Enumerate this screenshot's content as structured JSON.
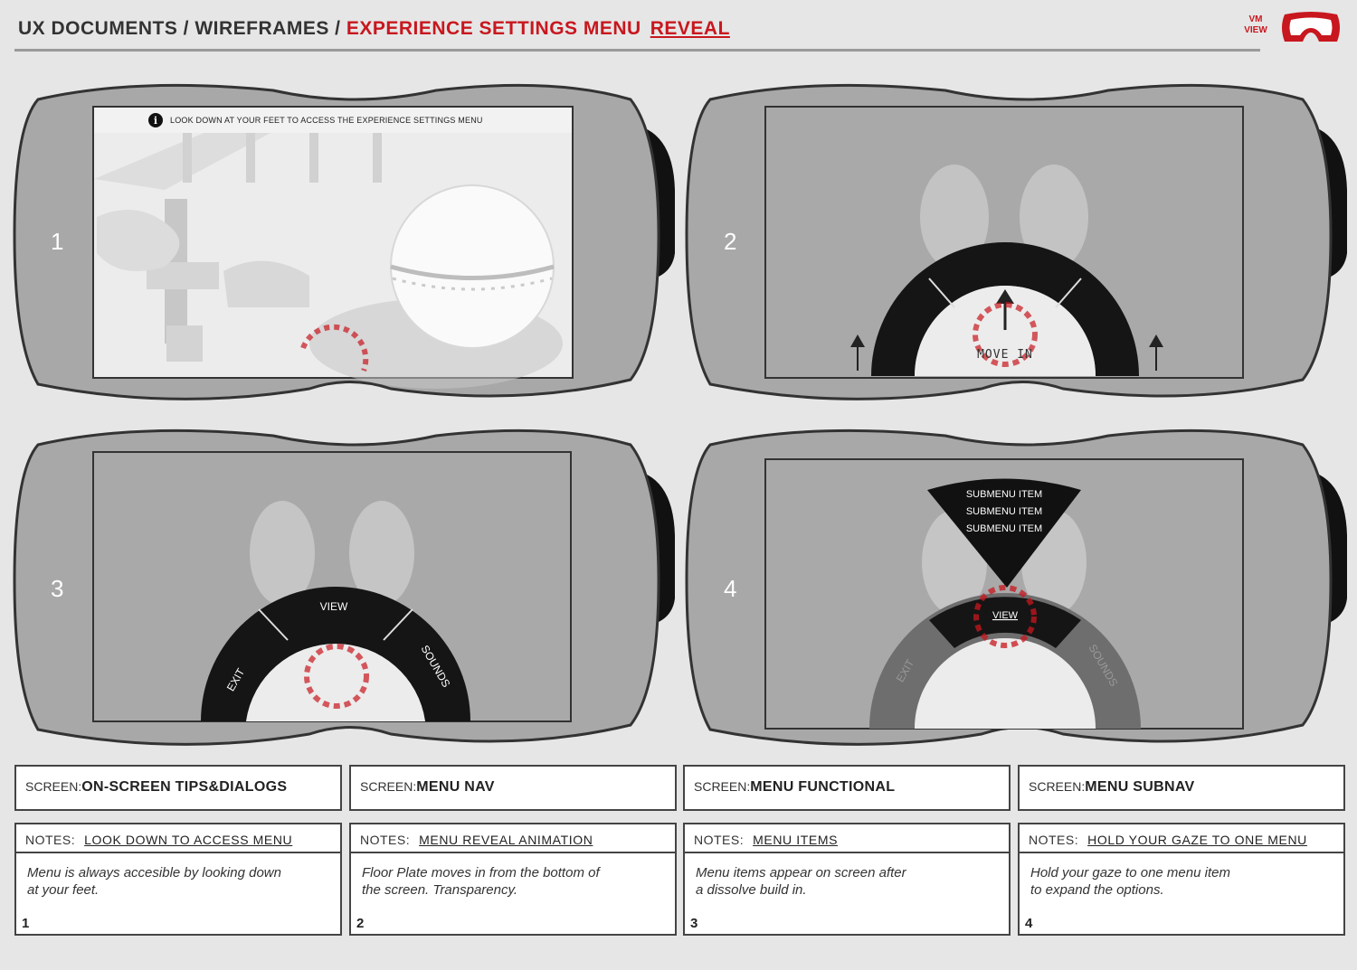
{
  "header": {
    "path": "UX DOCUMENTS / WIREFRAMES / ",
    "current": "EXPERIENCE SETTINGS MENU",
    "state": "REVEAL",
    "logo_text_1": "VM",
    "logo_text_2": "VIEW",
    "brand_color": "#c8171e"
  },
  "panels": [
    {
      "number": "1",
      "tip": "LOOK DOWN AT YOUR FEET TO ACCESS THE EXPERIENCE SETTINGS MENU"
    },
    {
      "number": "2",
      "gaze_label": "MOVE IN"
    },
    {
      "number": "3",
      "menu": [
        "EXIT",
        "VIEW",
        "SOUNDS"
      ]
    },
    {
      "number": "4",
      "menu": [
        "EXIT",
        "VIEW",
        "SOUNDS"
      ],
      "submenu": [
        "SUBMENU ITEM",
        "SUBMENU ITEM",
        "SUBMENU ITEM"
      ]
    }
  ],
  "cards": [
    {
      "screen_label": "SCREEN:",
      "screen": "ON-SCREEN TIPS&DIALOGS",
      "notes_label": "NOTES:",
      "notes_title": "LOOK DOWN TO ACCESS MENU",
      "notes_line1": "Menu is always accesible by looking down",
      "notes_line2": "at your feet.",
      "number": "1"
    },
    {
      "screen_label": "SCREEN:",
      "screen": "MENU NAV",
      "notes_label": "NOTES:",
      "notes_title": "MENU REVEAL ANIMATION",
      "notes_line1": "Floor Plate moves in from the bottom of",
      "notes_line2": "the screen. Transparency.",
      "number": "2"
    },
    {
      "screen_label": "SCREEN:",
      "screen": "MENU FUNCTIONAL",
      "notes_label": "NOTES:",
      "notes_title": "MENU ITEMS",
      "notes_line1": "Menu items appear on screen after",
      "notes_line2": "a dissolve build in.",
      "number": "3"
    },
    {
      "screen_label": "SCREEN:",
      "screen": "MENU SUBNAV",
      "notes_label": "NOTES:",
      "notes_title": "HOLD YOUR GAZE TO ONE MENU",
      "notes_line1": "Hold your gaze to one menu item",
      "notes_line2": "to expand the options.",
      "number": "4"
    }
  ]
}
